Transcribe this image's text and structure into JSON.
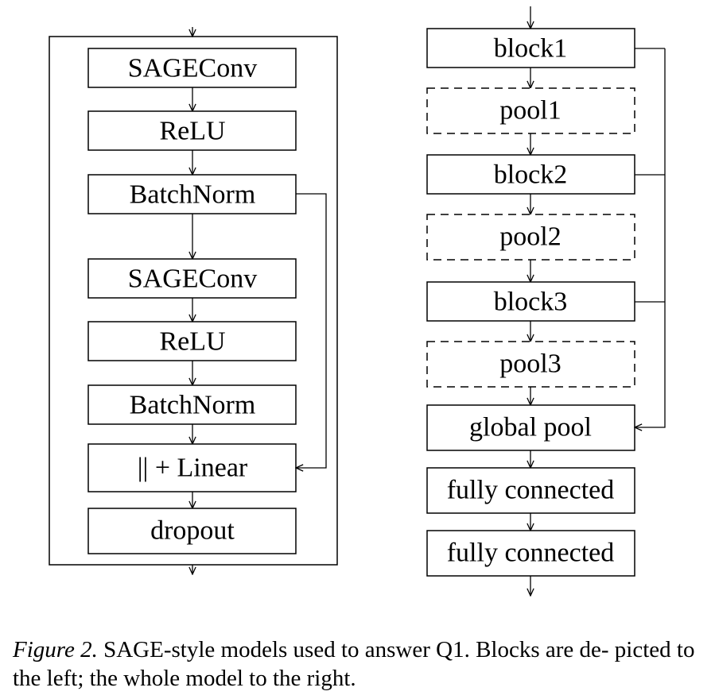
{
  "left_block": {
    "layers": [
      "SAGEConv",
      "ReLU",
      "BatchNorm",
      "SAGEConv",
      "ReLU",
      "BatchNorm",
      "|| + Linear",
      "dropout"
    ]
  },
  "right_model": {
    "layers": [
      {
        "label": "block1",
        "style": "solid"
      },
      {
        "label": "pool1",
        "style": "dashed"
      },
      {
        "label": "block2",
        "style": "solid"
      },
      {
        "label": "pool2",
        "style": "dashed"
      },
      {
        "label": "block3",
        "style": "solid"
      },
      {
        "label": "pool3",
        "style": "dashed"
      },
      {
        "label": "global pool",
        "style": "solid"
      },
      {
        "label": "fully connected",
        "style": "solid"
      },
      {
        "label": "fully connected",
        "style": "solid"
      }
    ]
  },
  "caption": {
    "figure_number": "Figure 2.",
    "text": " SAGE-style models used to answer Q1. Blocks are de- picted to the left; the whole model to the right."
  }
}
